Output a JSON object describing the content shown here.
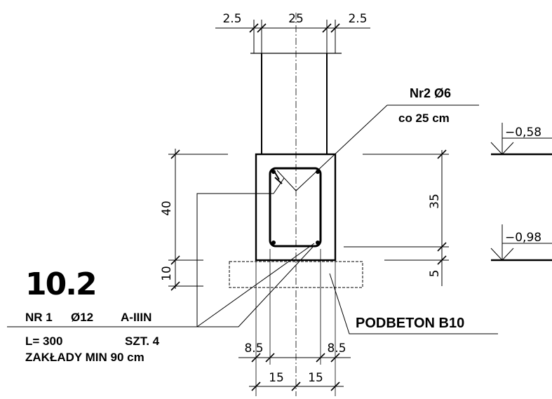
{
  "section": {
    "number": "10.2"
  },
  "top_dims": {
    "left": "2.5",
    "center": "25",
    "right": "2.5"
  },
  "stirrup": {
    "name": "Nr2  Ø6",
    "spacing": "co 25 cm"
  },
  "side_dims": {
    "height": "40",
    "footing": "10",
    "inner": "35",
    "lean": "5"
  },
  "levels": {
    "upper": "−0,58",
    "lower": "−0,98"
  },
  "main_bar": {
    "line1_nr": "NR 1",
    "line1_dia": "Ø12",
    "line1_steel": "A-IIIN",
    "line2_len": "L= 300",
    "line2_qty": "SZT. 4",
    "line3": "ZAKŁADY MIN 90 cm"
  },
  "lean_concrete": {
    "label": "PODBETON B10"
  },
  "bottom_dims": {
    "left": "8.5",
    "right": "8.5",
    "half_left": "15",
    "half_right": "15"
  }
}
